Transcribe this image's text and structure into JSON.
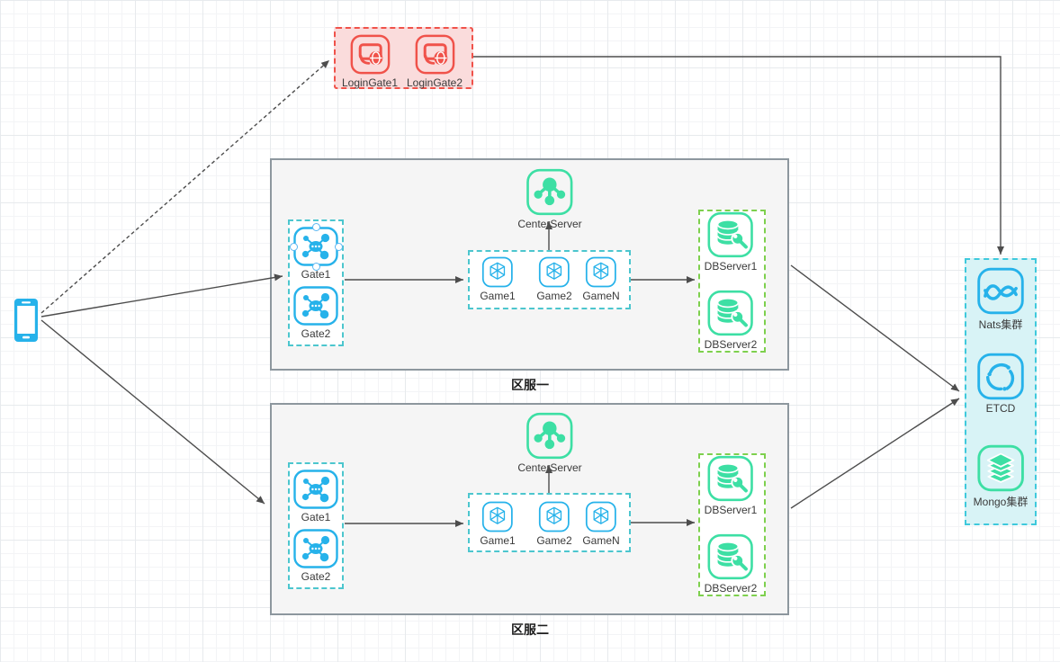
{
  "login": {
    "nodes": [
      {
        "label": "LoginGate1",
        "icon": "monitor-globe-icon"
      },
      {
        "label": "LoginGate2",
        "icon": "monitor-globe-icon"
      }
    ]
  },
  "zones": [
    {
      "title": "区服一",
      "gates": [
        {
          "label": "Gate1",
          "icon": "network-hub-icon"
        },
        {
          "label": "Gate2",
          "icon": "network-hub-icon"
        }
      ],
      "games": [
        {
          "label": "Game1",
          "icon": "cube-icon"
        },
        {
          "label": "Game2",
          "icon": "cube-icon"
        },
        {
          "label": "GameN",
          "icon": "cube-icon"
        }
      ],
      "center": {
        "label": "CenterServer",
        "icon": "hub-icon"
      },
      "dbs": [
        {
          "label": "DBServer1",
          "icon": "database-wrench-icon"
        },
        {
          "label": "DBServer2",
          "icon": "database-wrench-icon"
        }
      ]
    },
    {
      "title": "区服二",
      "gates": [
        {
          "label": "Gate1",
          "icon": "network-hub-icon"
        },
        {
          "label": "Gate2",
          "icon": "network-hub-icon"
        }
      ],
      "games": [
        {
          "label": "Game1",
          "icon": "cube-icon"
        },
        {
          "label": "Game2",
          "icon": "cube-icon"
        },
        {
          "label": "GameN",
          "icon": "cube-icon"
        }
      ],
      "center": {
        "label": "CenterServer",
        "icon": "hub-icon"
      },
      "dbs": [
        {
          "label": "DBServer1",
          "icon": "database-wrench-icon"
        },
        {
          "label": "DBServer2",
          "icon": "database-wrench-icon"
        }
      ]
    }
  ],
  "infra": {
    "nodes": [
      {
        "label": "Nats集群",
        "icon": "waves-icon"
      },
      {
        "label": "ETCD",
        "icon": "cycle-icon"
      },
      {
        "label": "Mongo集群",
        "icon": "layers-icon"
      }
    ]
  },
  "client": {
    "icon": "smartphone-icon"
  },
  "colors": {
    "red": "#f0524a",
    "pink_fill": "#fadcdc",
    "blue": "#26b2ea",
    "teal_dash": "#4cc6ce",
    "green": "#3ddfa4",
    "green_dash": "#7ed04e",
    "cyan_dash": "#3fc9dc",
    "cyan_fill": "#d8f3f6",
    "zone_fill": "#f5f5f5",
    "zone_border": "#8d979e",
    "edge": "#4d4d4d"
  }
}
